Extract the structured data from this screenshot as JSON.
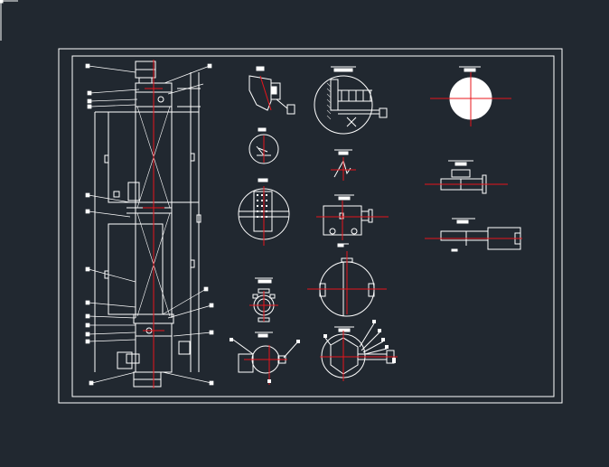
{
  "viewport": {
    "background": "#212830",
    "colors": {
      "line": "#ffffff",
      "centerline": "#e8141b",
      "hatch": "#c8c8c8",
      "leader": "#ffffff"
    }
  },
  "drawing": {
    "views": [
      "column-elevation",
      "detail-bracket",
      "detail-section-large",
      "detail-sphere",
      "detail-small-circle",
      "detail-small-triangle",
      "detail-flange-side-1",
      "detail-flange-side-2",
      "detail-tray-plate",
      "detail-nozzle-box",
      "detail-ring-small",
      "detail-shell-cross",
      "detail-bottom-ring",
      "detail-bottom-section"
    ]
  }
}
